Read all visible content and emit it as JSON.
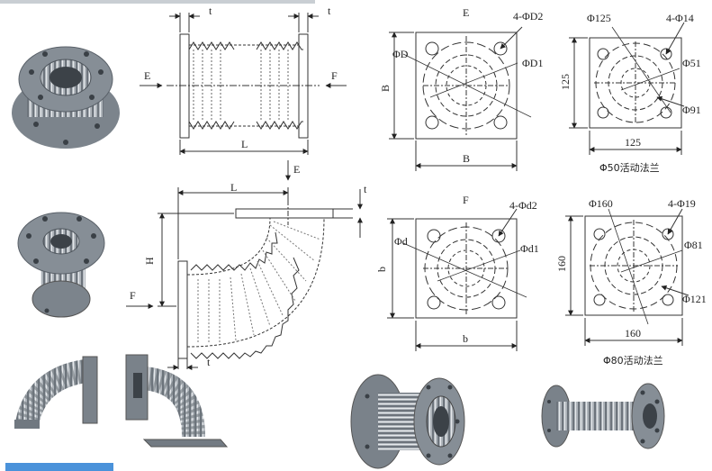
{
  "views": {
    "straight": {
      "width_label": "L",
      "thickness_label_left": "t",
      "thickness_label_right": "t",
      "section_left": "E",
      "section_right": "F"
    },
    "elbow": {
      "length_label": "L",
      "height_label": "H",
      "thickness_label_top": "t",
      "thickness_label_bottom": "t",
      "section_top": "E",
      "section_left": "F"
    }
  },
  "flange_E": {
    "title": "E",
    "bolt_holes": "4-ΦD2",
    "bolt_circle": "ΦD1",
    "outer": "ΦD",
    "side": "B",
    "bottom": "B"
  },
  "flange_F": {
    "title": "F",
    "bolt_holes": "4-Φd2",
    "bolt_circle": "Φd1",
    "outer": "Φd",
    "side": "b",
    "bottom": "b"
  },
  "flange_50": {
    "bolt_circle": "Φ125",
    "bolt_holes": "4-Φ14",
    "inner": "Φ51",
    "outer": "Φ91",
    "side": "125",
    "bottom": "125",
    "caption": "Φ50活动法兰"
  },
  "flange_80": {
    "bolt_circle": "Φ160",
    "bolt_holes": "4-Φ19",
    "inner": "Φ81",
    "outer": "Φ121",
    "side": "160",
    "bottom": "160",
    "caption": "Φ80活动法兰"
  },
  "colors": {
    "line": "#333333",
    "dash": "#555555",
    "metal": "#8a8f96",
    "flange": "#6f7780",
    "accent": "#2a7fd4"
  }
}
